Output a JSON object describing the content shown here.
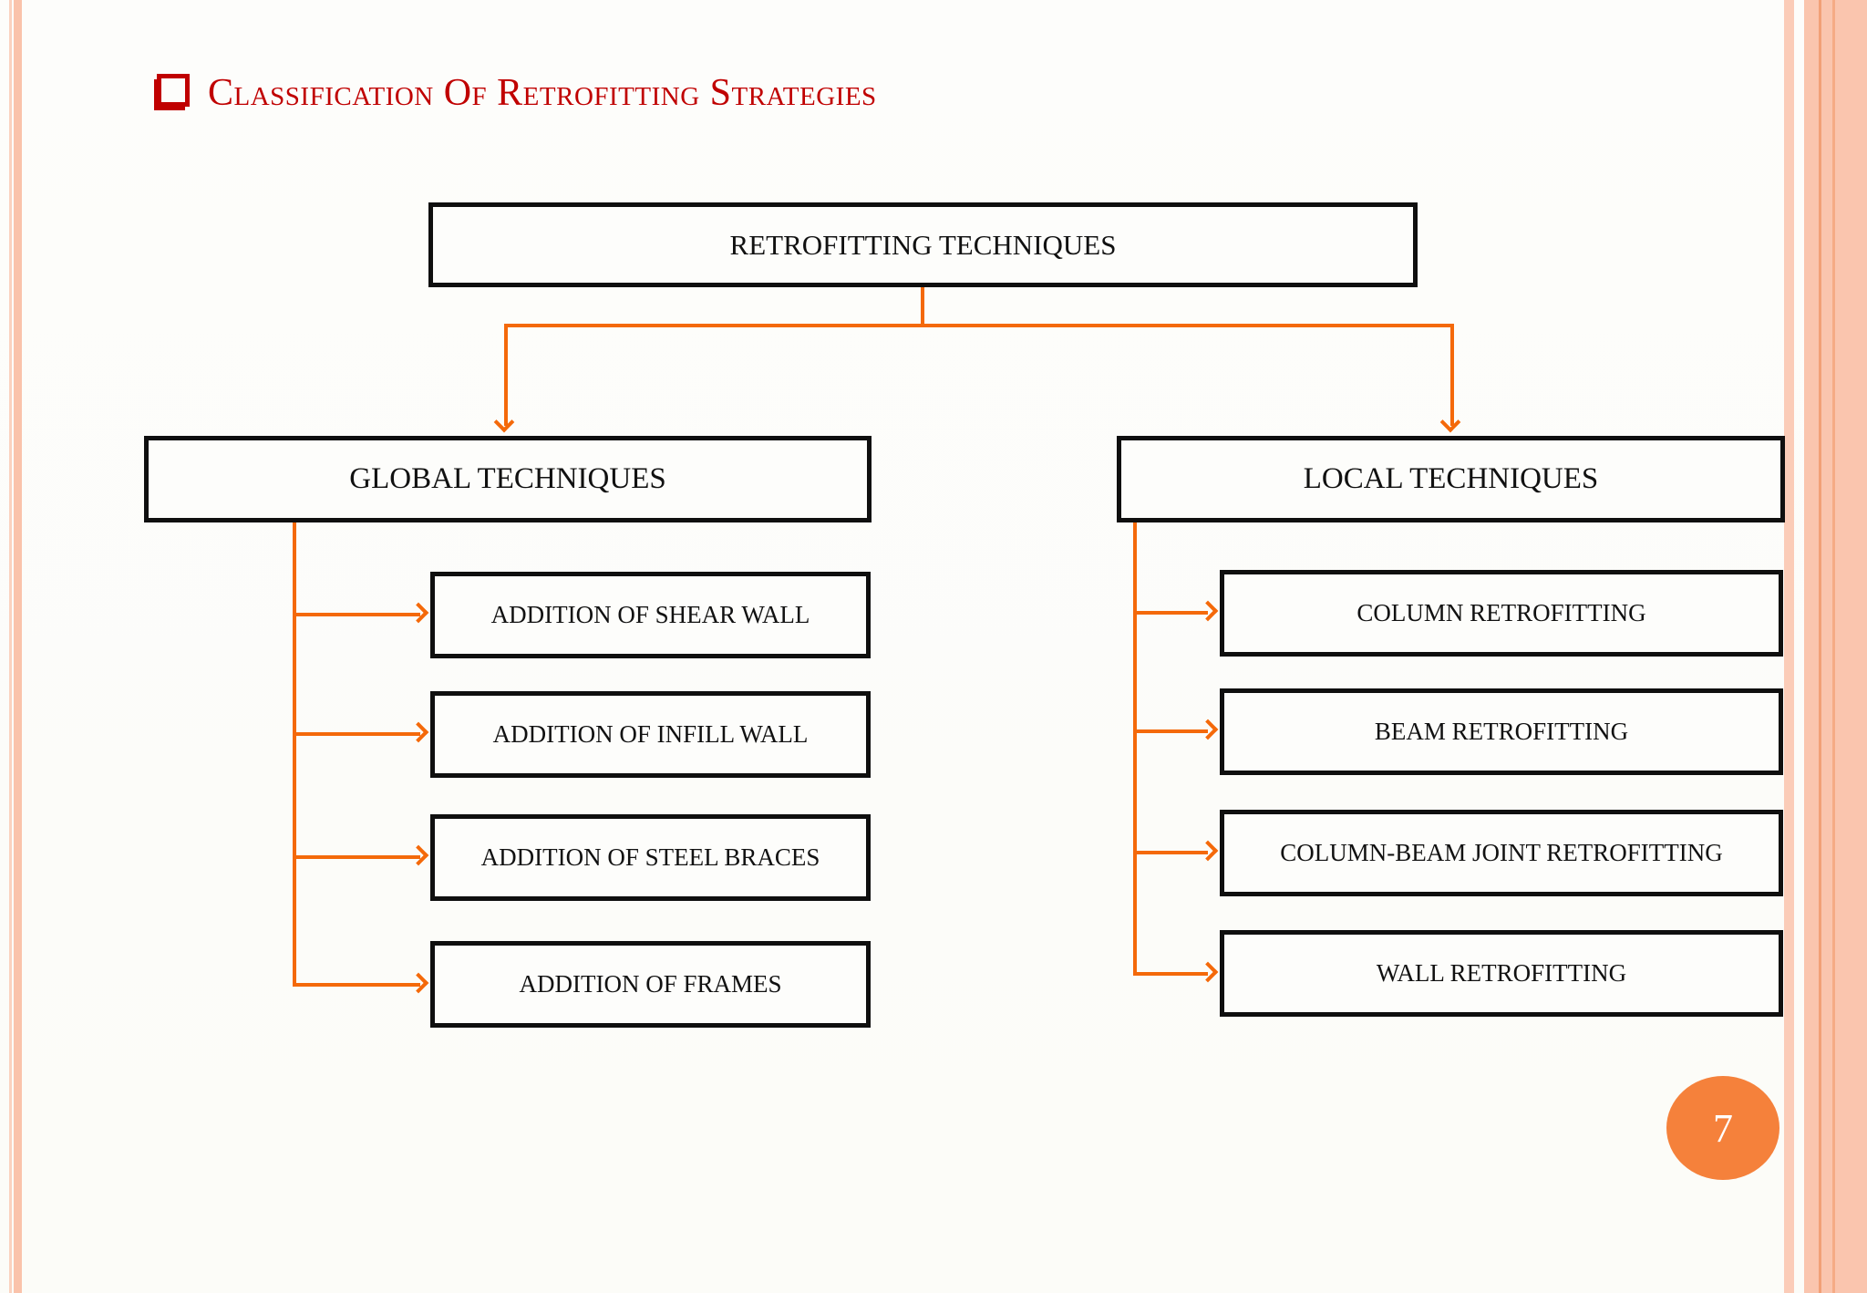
{
  "slide": {
    "title": "Classification Of Retrofitting Strategies",
    "page_number": "7",
    "colors": {
      "title_red": "#c00000",
      "connector_orange": "#f4690a",
      "page_badge_orange": "#f5813b",
      "box_border_black": "#0f0f0f",
      "side_stripe_salmon": "#fac5ae"
    }
  },
  "diagram": {
    "type": "flowchart",
    "root": {
      "label": "RETROFITTING TECHNIQUES"
    },
    "branches": [
      {
        "label": "GLOBAL TECHNIQUES",
        "children": [
          "ADDITION OF SHEAR WALL",
          "ADDITION OF INFILL WALL",
          "ADDITION OF STEEL BRACES",
          "ADDITION OF FRAMES"
        ]
      },
      {
        "label": "LOCAL TECHNIQUES",
        "children": [
          "COLUMN RETROFITTING",
          "BEAM RETROFITTING",
          "COLUMN-BEAM JOINT RETROFITTING",
          "WALL RETROFITTING"
        ]
      }
    ]
  }
}
